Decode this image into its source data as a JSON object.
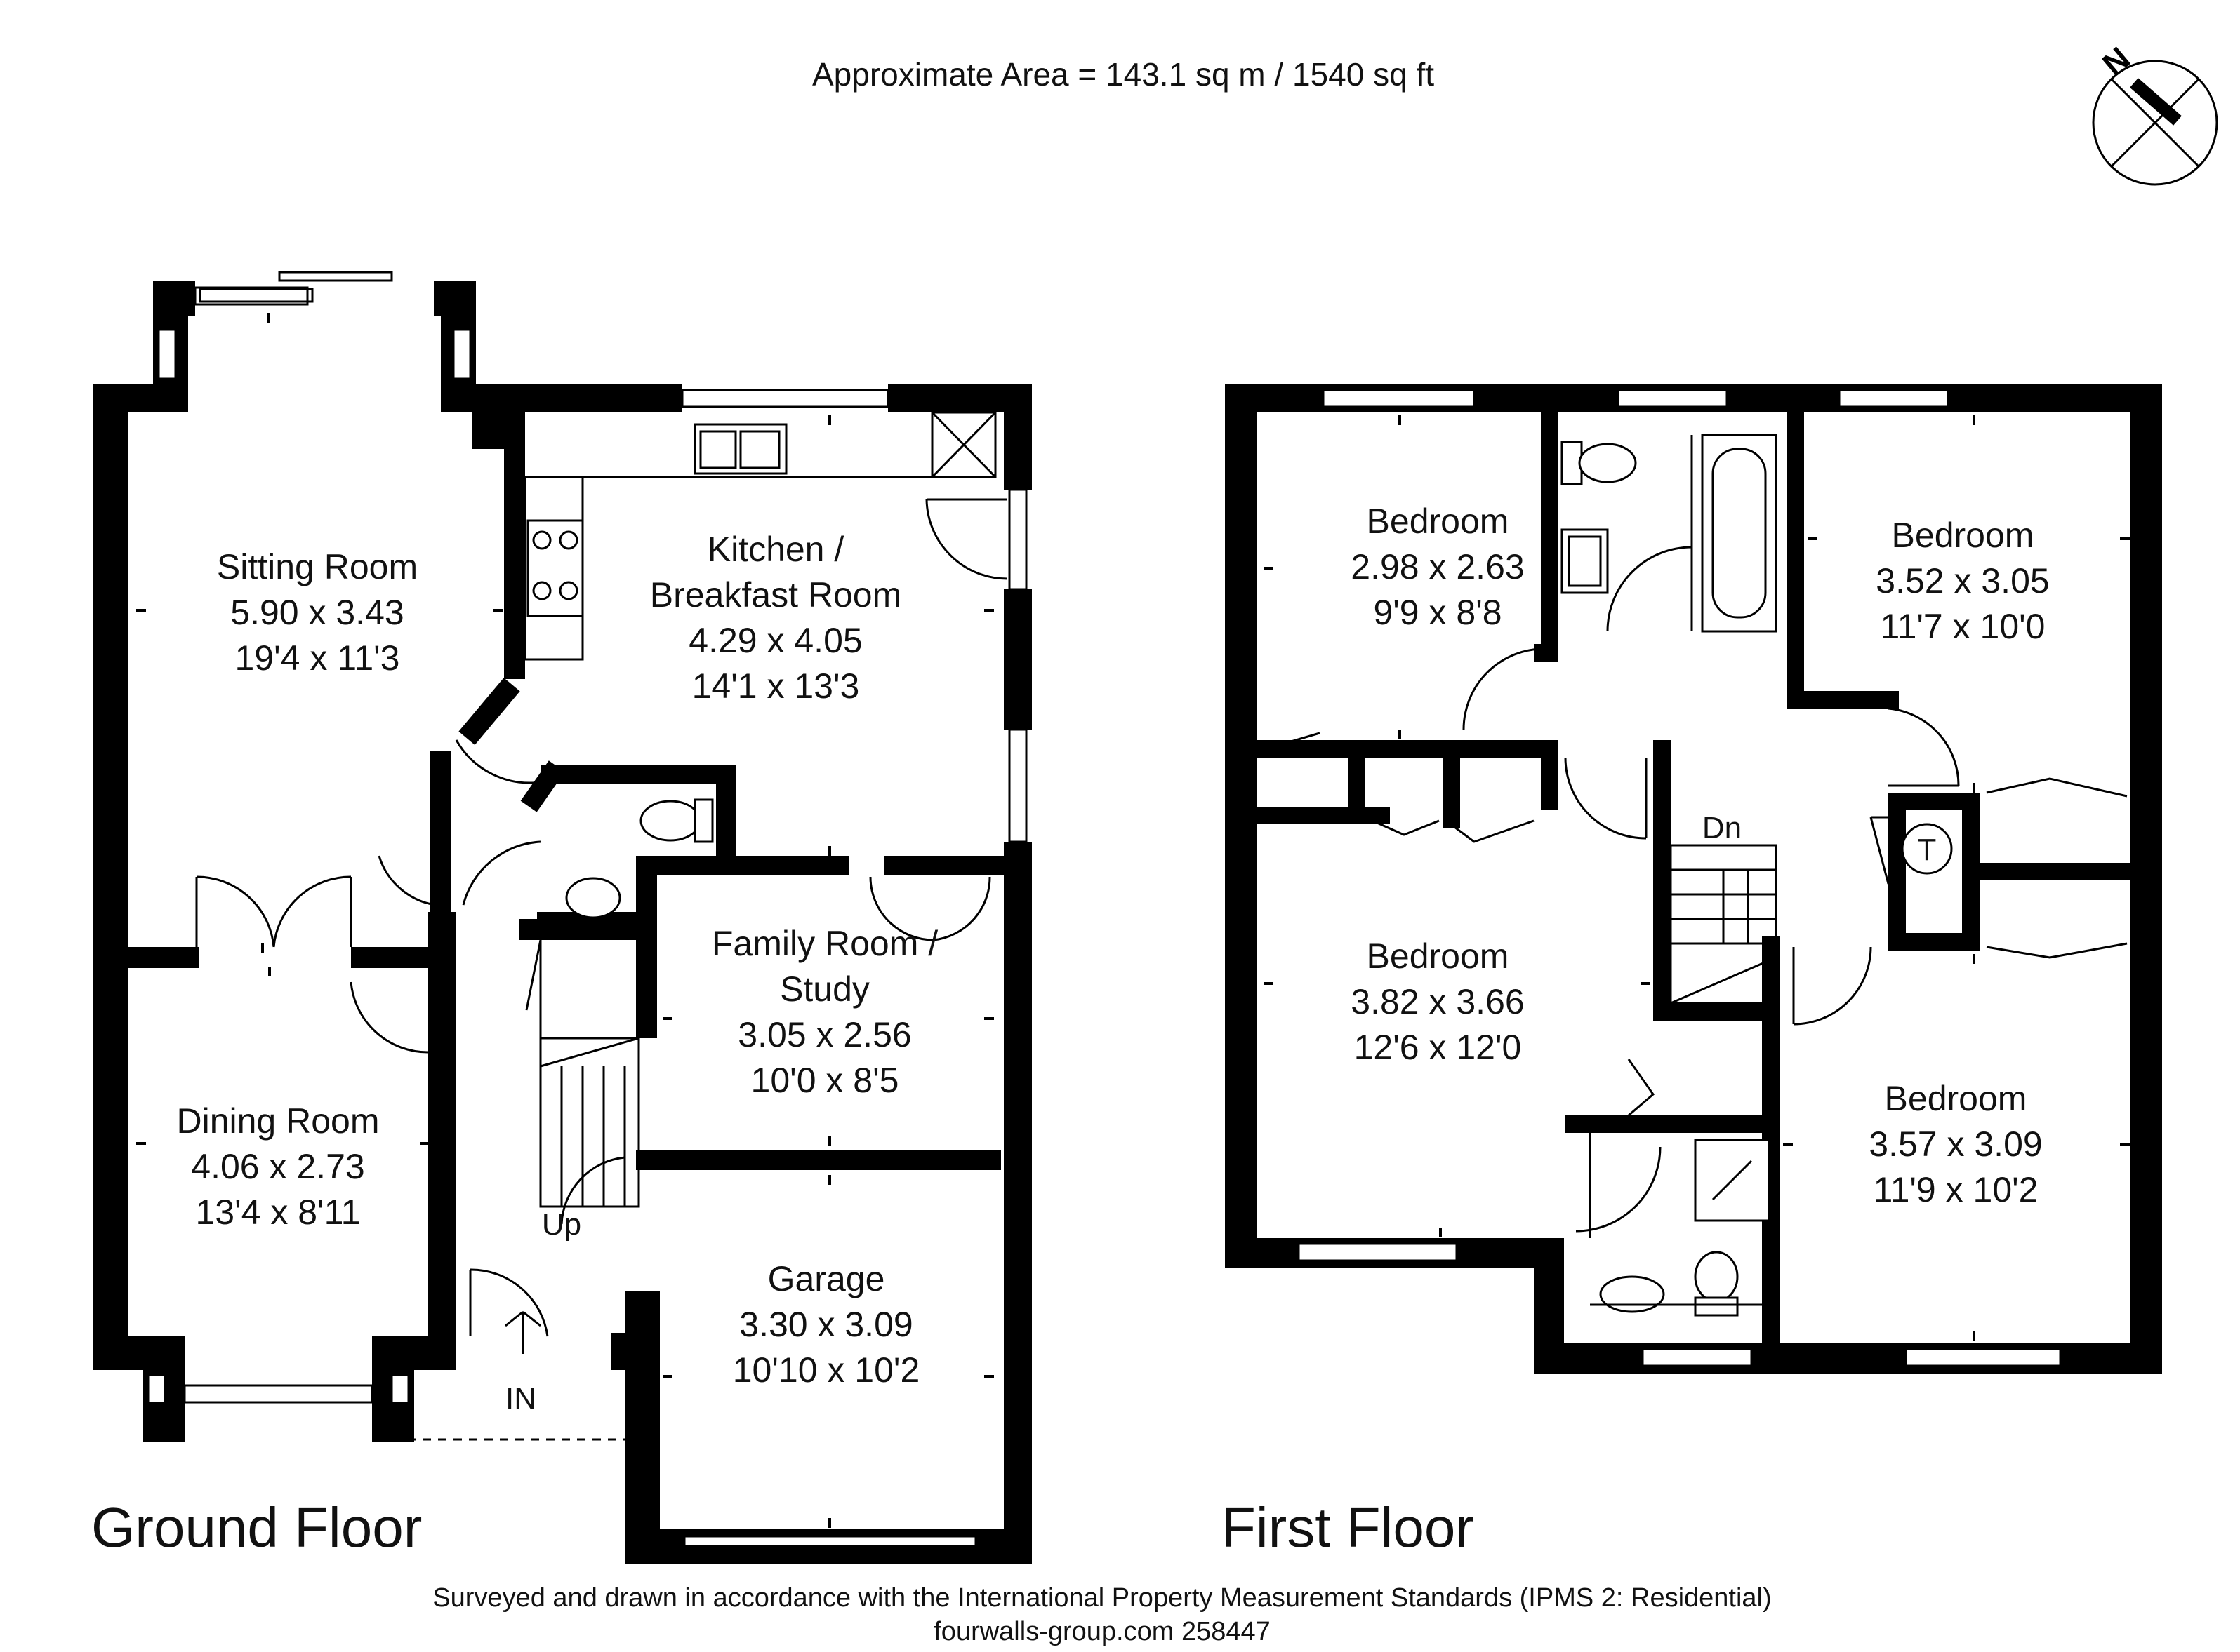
{
  "header": {
    "area": "Approximate  Area = 143.1 sq m / 1540 sq ft"
  },
  "compass": {
    "letter": "N"
  },
  "ground_floor": {
    "title": "Ground Floor",
    "rooms": {
      "sitting": {
        "name": "Sitting Room",
        "metric": "5.90 x 3.43",
        "imperial": "19'4 x 11'3"
      },
      "kitchen": {
        "name1": "Kitchen /",
        "name2": "Breakfast Room",
        "metric": "4.29 x 4.05",
        "imperial": "14'1 x 13'3"
      },
      "family": {
        "name1": "Family Room /",
        "name2": "Study",
        "metric": "3.05 x 2.56",
        "imperial": "10'0 x 8'5"
      },
      "dining": {
        "name": "Dining Room",
        "metric": "4.06 x 2.73",
        "imperial": "13'4 x 8'11"
      },
      "garage": {
        "name": "Garage",
        "metric": "3.30 x 3.09",
        "imperial": "10'10 x 10'2"
      }
    },
    "labels": {
      "up": "Up",
      "entrance": "IN"
    }
  },
  "first_floor": {
    "title": "First Floor",
    "rooms": {
      "bed1": {
        "name": "Bedroom",
        "metric": "2.98 x 2.63",
        "imperial": "9'9 x 8'8"
      },
      "bed2": {
        "name": "Bedroom",
        "metric": "3.52 x 3.05",
        "imperial": "11'7 x 10'0"
      },
      "bed3": {
        "name": "Bedroom",
        "metric": "3.82 x 3.66",
        "imperial": "12'6 x 12'0"
      },
      "bed4": {
        "name": "Bedroom",
        "metric": "3.57 x 3.09",
        "imperial": "11'9 x 10'2"
      }
    },
    "labels": {
      "down": "Dn",
      "tank": "T"
    }
  },
  "footer": {
    "line1": "Surveyed and drawn in accordance with the International Property Measurement Standards (IPMS 2: Residential)",
    "line2": "fourwalls-group.com 258447"
  }
}
